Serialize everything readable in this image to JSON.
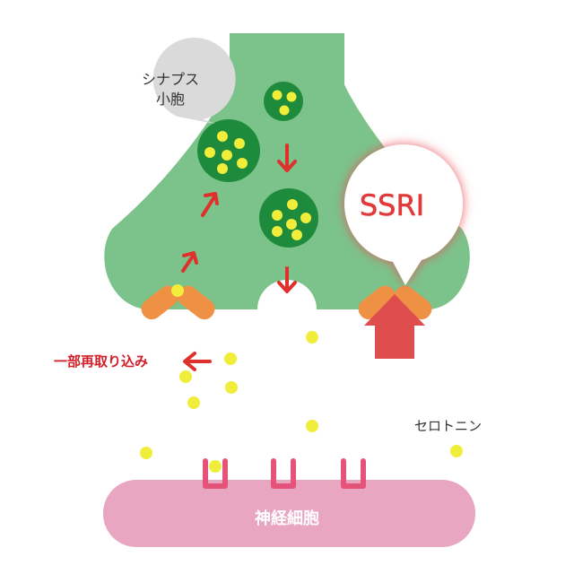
{
  "labels": {
    "vesicle_line1": "シナプス",
    "vesicle_line2": "小胞",
    "ssri": "SSRI",
    "reuptake": "一部再取り込み",
    "serotonin": "セロトニン",
    "neuron": "神経細胞"
  },
  "icons": {
    "reuptake_arrow": "arrow-left-icon",
    "block_arrow": "arrow-up-icon",
    "flow_arrows": "chevron-arrow-icon"
  },
  "colors": {
    "presynaptic": "#7bc38a",
    "vesicle": "#1e8b3c",
    "serotonin": "#f0ee3a",
    "transporter": "#ee9145",
    "receptor": "#e5527a",
    "neuron_body": "#e8a6c0",
    "arrow_red": "#e0302c",
    "block_arrow": "#e04d4d",
    "label_red": "#d4202a",
    "bubble_grey": "#dadada",
    "text_dark": "#333333",
    "ssri_text": "#e03a3a"
  }
}
